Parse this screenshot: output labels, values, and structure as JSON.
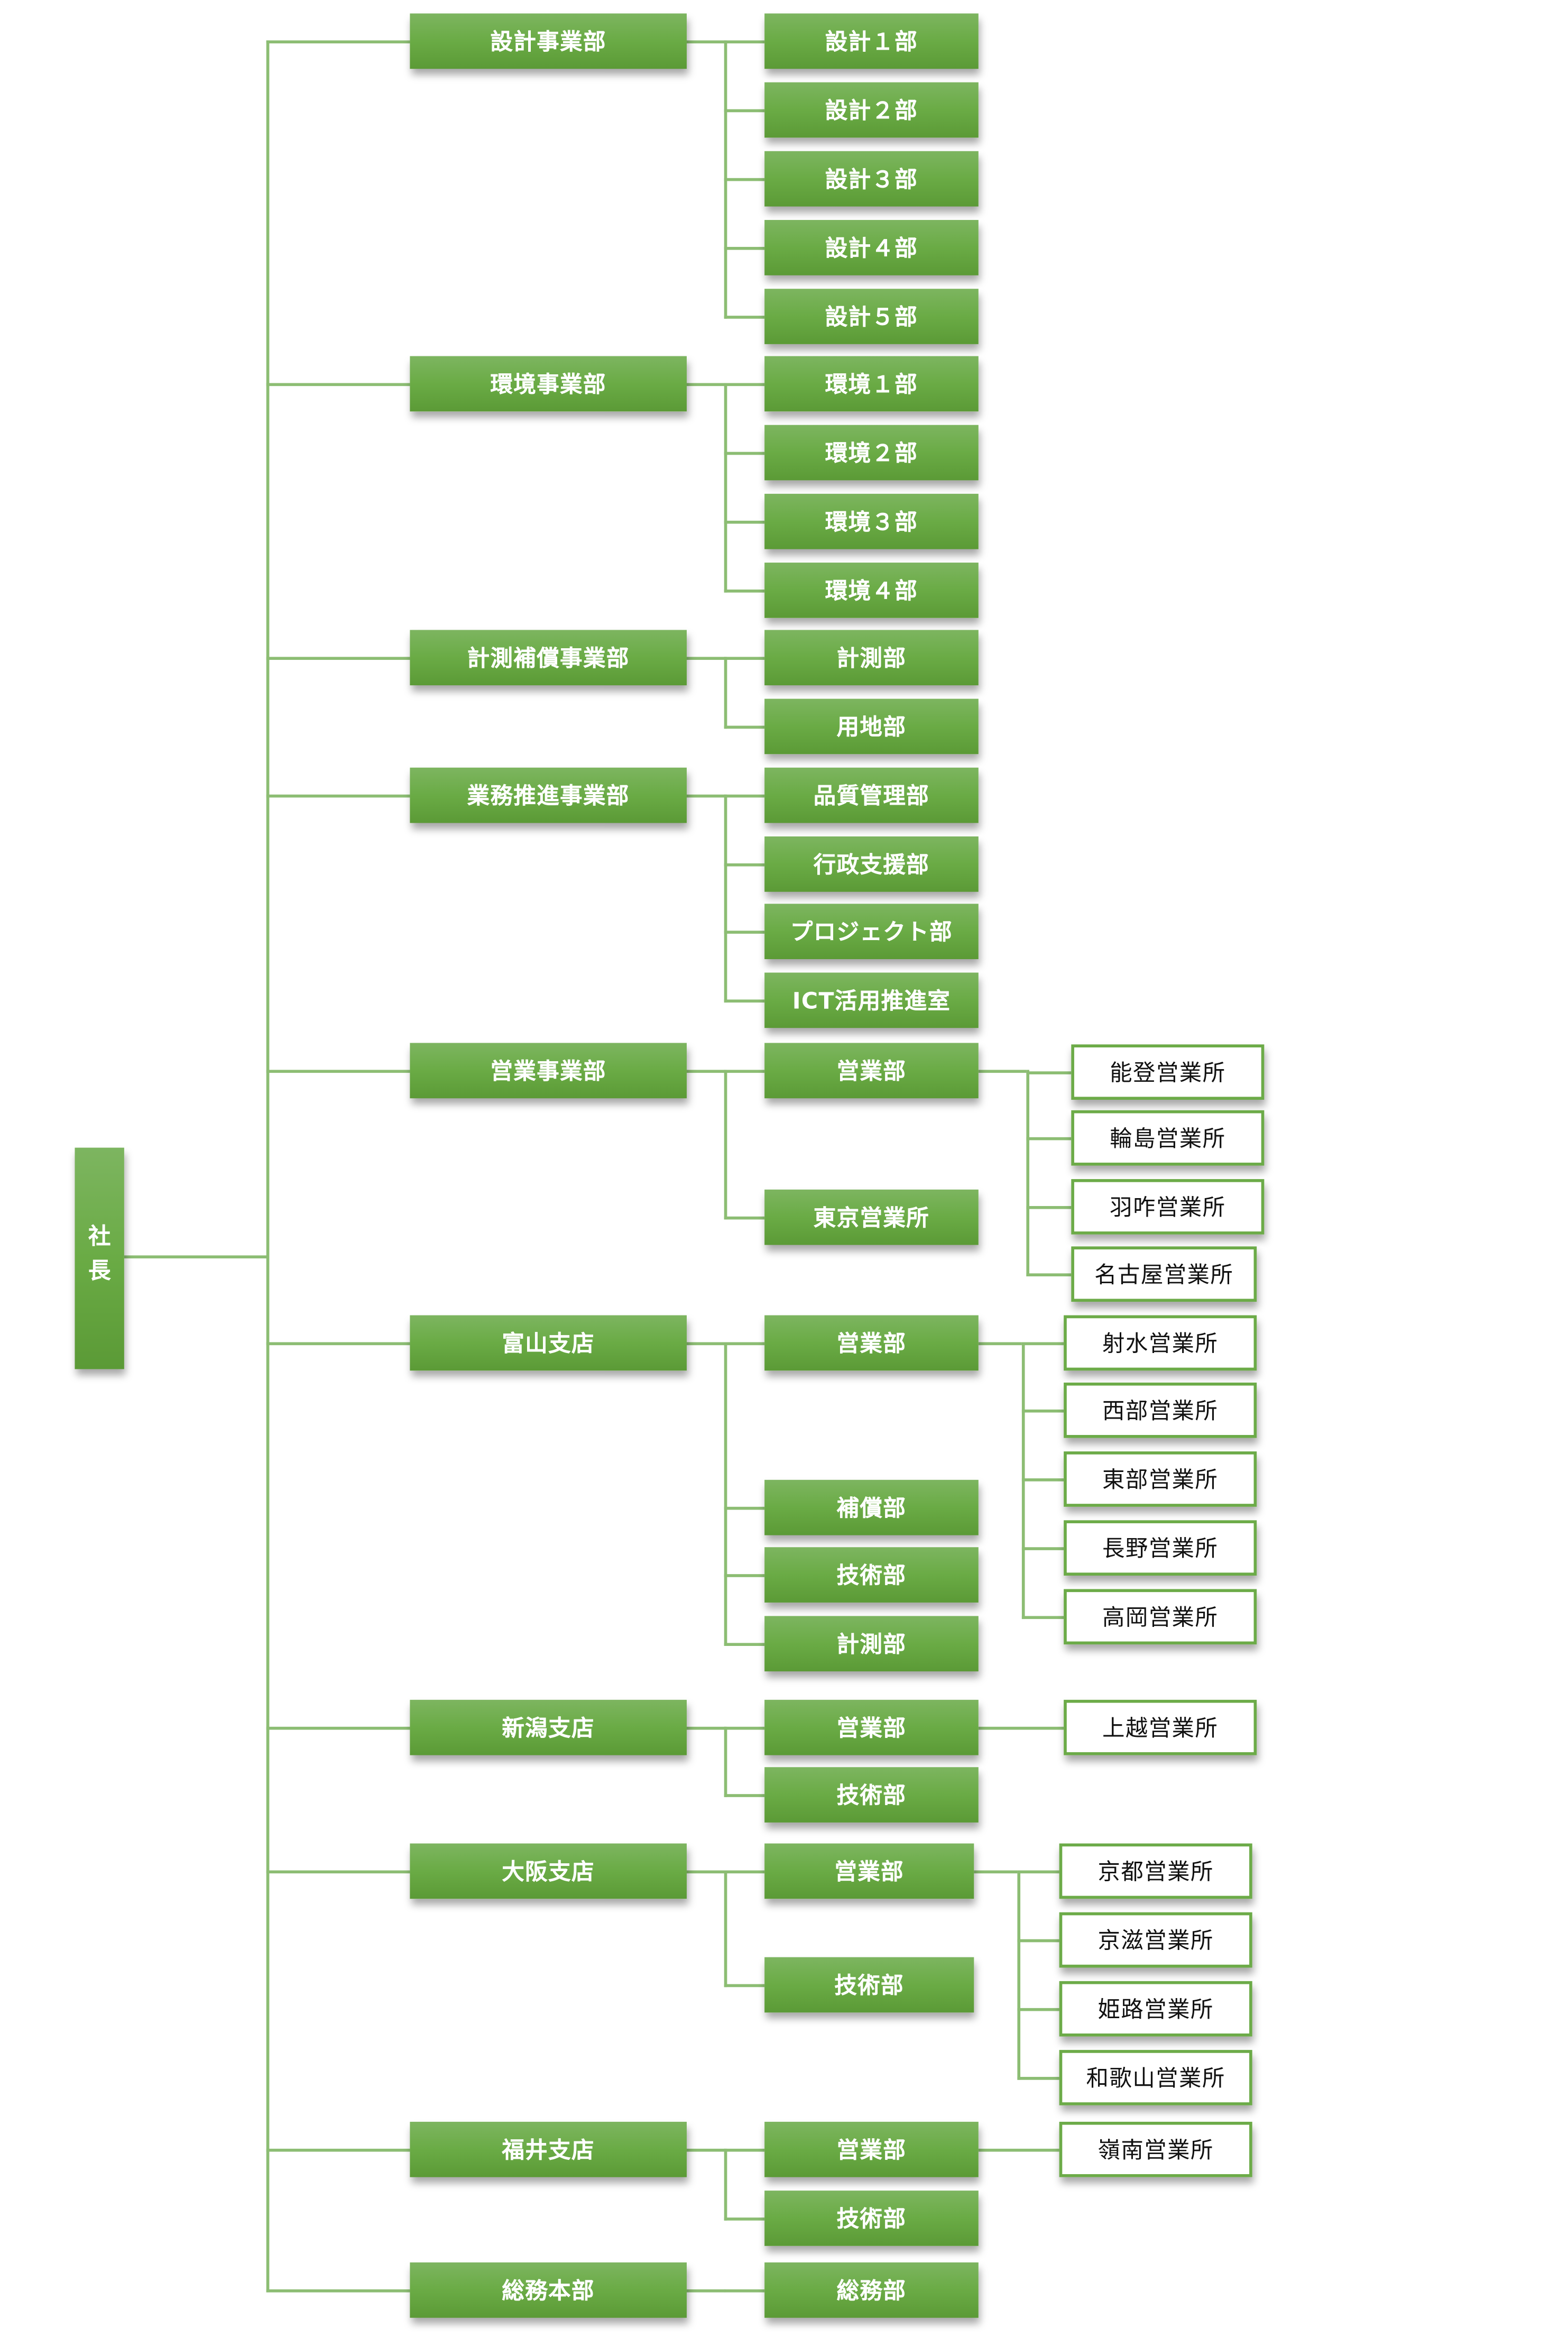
{
  "president": "社長",
  "divisions": [
    {
      "label": "設計事業部",
      "departments": [
        {
          "label": "設計１部"
        },
        {
          "label": "設計２部"
        },
        {
          "label": "設計３部"
        },
        {
          "label": "設計４部"
        },
        {
          "label": "設計５部"
        }
      ]
    },
    {
      "label": "環境事業部",
      "departments": [
        {
          "label": "環境１部"
        },
        {
          "label": "環境２部"
        },
        {
          "label": "環境３部"
        },
        {
          "label": "環境４部"
        }
      ]
    },
    {
      "label": "計測補償事業部",
      "departments": [
        {
          "label": "計測部"
        },
        {
          "label": "用地部"
        }
      ]
    },
    {
      "label": "業務推進事業部",
      "departments": [
        {
          "label": "品質管理部"
        },
        {
          "label": "行政支援部"
        },
        {
          "label": "プロジェクト部"
        },
        {
          "label": "ICT活用推進室"
        }
      ]
    },
    {
      "label": "営業事業部",
      "departments": [
        {
          "label": "営業部",
          "offices": [
            "能登営業所",
            "輪島営業所",
            "羽咋営業所",
            "名古屋営業所"
          ]
        },
        {
          "label": "東京営業所"
        }
      ]
    },
    {
      "label": "富山支店",
      "departments": [
        {
          "label": "営業部",
          "offices": [
            "射水営業所",
            "西部営業所",
            "東部営業所",
            "長野営業所",
            "高岡営業所"
          ]
        },
        {
          "label": "補償部"
        },
        {
          "label": "技術部"
        },
        {
          "label": "計測部"
        }
      ]
    },
    {
      "label": "新潟支店",
      "departments": [
        {
          "label": "営業部",
          "offices": [
            "上越営業所"
          ]
        },
        {
          "label": "技術部"
        }
      ]
    },
    {
      "label": "大阪支店",
      "departments": [
        {
          "label": "営業部",
          "offices": [
            "京都営業所",
            "京滋営業所",
            "姫路営業所",
            "和歌山営業所"
          ]
        },
        {
          "label": "技術部"
        }
      ]
    },
    {
      "label": "福井支店",
      "departments": [
        {
          "label": "営業部",
          "offices": [
            "嶺南営業所"
          ]
        },
        {
          "label": "技術部"
        }
      ]
    },
    {
      "label": "総務本部",
      "departments": [
        {
          "label": "総務部"
        }
      ]
    }
  ]
}
